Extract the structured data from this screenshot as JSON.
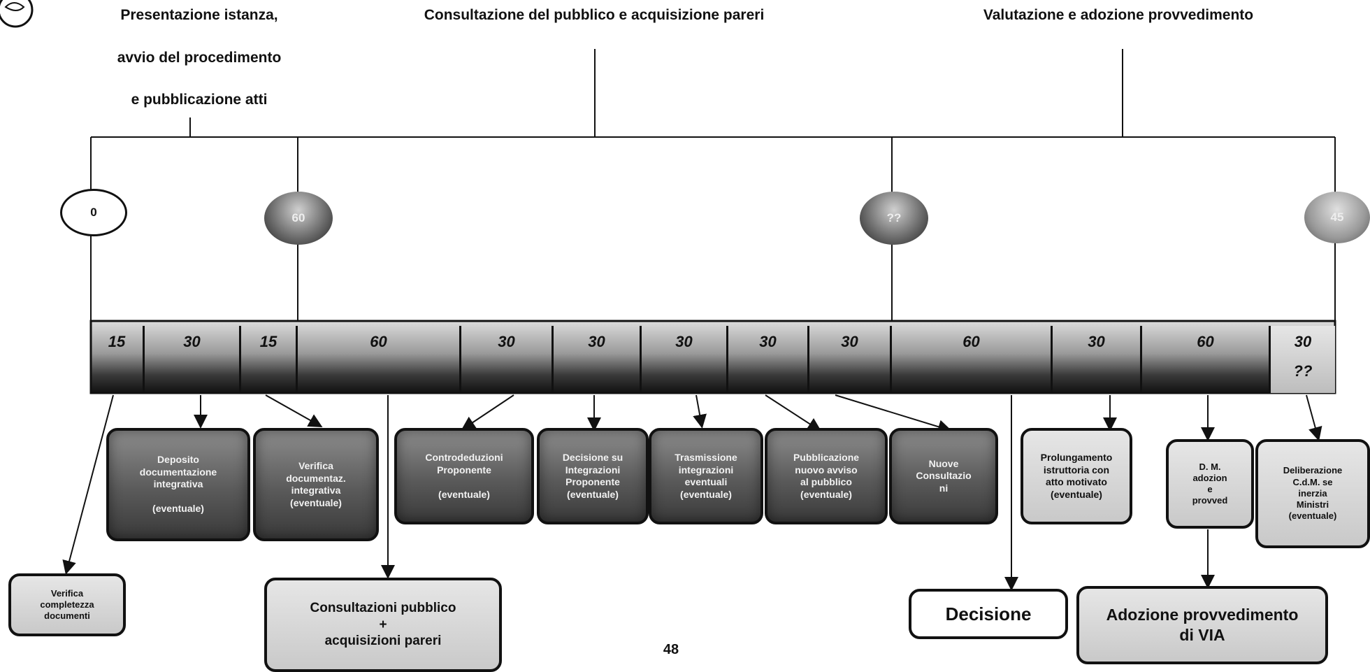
{
  "phases": {
    "phase1_line1": "Presentazione istanza,",
    "phase1_line2": "avvio del procedimento",
    "phase1_line3": "e pubblicazione atti",
    "phase2": "Consultazione del pubblico e acquisizione pareri",
    "phase3": "Valutazione e adozione provvedimento"
  },
  "milestones": [
    "0",
    "60",
    "??",
    "45"
  ],
  "durations": [
    {
      "value": "15"
    },
    {
      "value": "30"
    },
    {
      "value": "15"
    },
    {
      "value": "60"
    },
    {
      "value": "30"
    },
    {
      "value": "30"
    },
    {
      "value": "30"
    },
    {
      "value": "30"
    },
    {
      "value": "30"
    },
    {
      "value": "60"
    },
    {
      "value": "30"
    },
    {
      "value": "60"
    },
    {
      "value": "30",
      "value2": "??"
    }
  ],
  "boxes": {
    "deposito": "Deposito\ndocumentazione\nintegrativa\n\n(eventuale)",
    "verifica_integr": "Verifica\ndocumentaz.\nintegrativa\n(eventuale)",
    "controdeduzioni": "Controdeduzioni\nProponente\n\n(eventuale)",
    "decisione_integr": "Decisione su\nIntegrazioni\nProponente\n(eventuale)",
    "trasmissione": "Trasmissione\nintegrazioni\neventuali\n(eventuale)",
    "pubblicazione": "Pubblicazione\nnuovo avviso\nal pubblico\n(eventuale)",
    "nuove_consult": "Nuove\nConsultazio\nni",
    "prolungamento": "Prolungamento\nistruttoria con\natto motivato\n(eventuale)",
    "dm_adozione": "D. M.\nadozion\ne\nprovved",
    "deliberazione": "Deliberazione\nC.d.M. se\ninerzia\nMinistri\n(eventuale)",
    "verifica_compl": "Verifica\ncompletezza\ndocumenti",
    "consultazioni": "Consultazioni pubblico\n+\nacquisizioni pareri",
    "decisione": "Decisione",
    "adozione": "Adozione provvedimento\ndi VIA"
  },
  "page_number": "48"
}
